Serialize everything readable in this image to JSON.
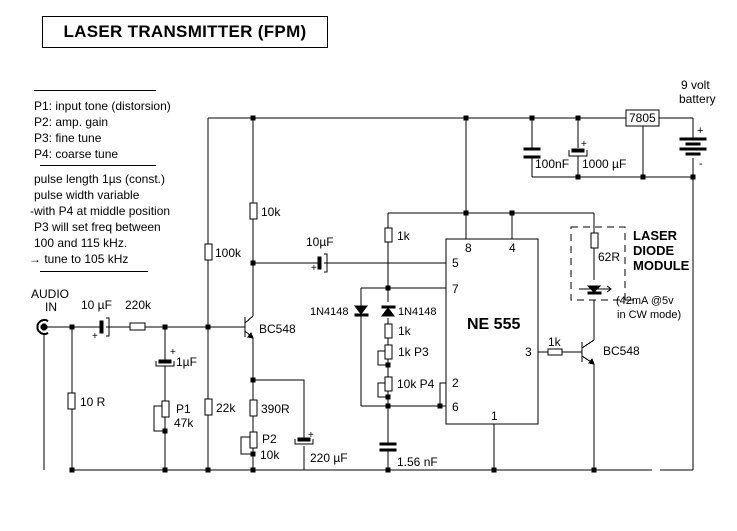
{
  "title": "LASER  TRANSMITTER  (FPM)",
  "legend": {
    "items": [
      "P1: input tone (distorsion)",
      "P2: amp. gain",
      "P3: fine tune",
      "P4: coarse tune"
    ]
  },
  "notes": {
    "lines": [
      "pulse length 1µs (const.)",
      "pulse width variable",
      "-with P4 at middle position",
      "P3 will set freq between",
      "100 and 115 kHz.",
      "→ tune to 105 kHz"
    ]
  },
  "power": {
    "battery_label_1": "9 volt",
    "battery_label_2": "battery",
    "regulator": "7805",
    "cap_100n": "100nF",
    "cap_1000u": "1000 µF",
    "plus": "+",
    "minus": "-"
  },
  "input": {
    "audio_label_1": "AUDIO",
    "audio_label_2": "IN",
    "cap_in": "10 µF",
    "r_in": "220k",
    "r_10": "10 R",
    "cap_1u": "1µF",
    "p1_name": "P1",
    "p1_value": "47k",
    "plus": "+"
  },
  "amp": {
    "r_100k": "100k",
    "r_22k": "22k",
    "r_10k": "10k",
    "transistor": "BC548",
    "r_390": "390R",
    "p2_name": "P2",
    "p2_value": "10k",
    "cap_220u": "220 µF",
    "cap_couple": "10µF",
    "plus": "+"
  },
  "timer": {
    "chip": "NE 555",
    "pins": {
      "p8": "8",
      "p4": "4",
      "p5": "5",
      "p7": "7",
      "p3": "3",
      "p2": "2",
      "p6": "6",
      "p1": "1"
    },
    "r_1k_top": "1k",
    "diode_left": "1N4148",
    "diode_right": "1N4148",
    "r_1k_mid": "1k",
    "p3": "1k P3",
    "p4": "10k P4",
    "cap_timing": "1.56 nF"
  },
  "output": {
    "r_base": "1k",
    "transistor": "BC548",
    "r_62": "62R",
    "module_1": "LASER",
    "module_2": "DIODE",
    "module_3": "MODULE",
    "note_1": "(42mA @5v",
    "note_2": "in CW mode)"
  }
}
